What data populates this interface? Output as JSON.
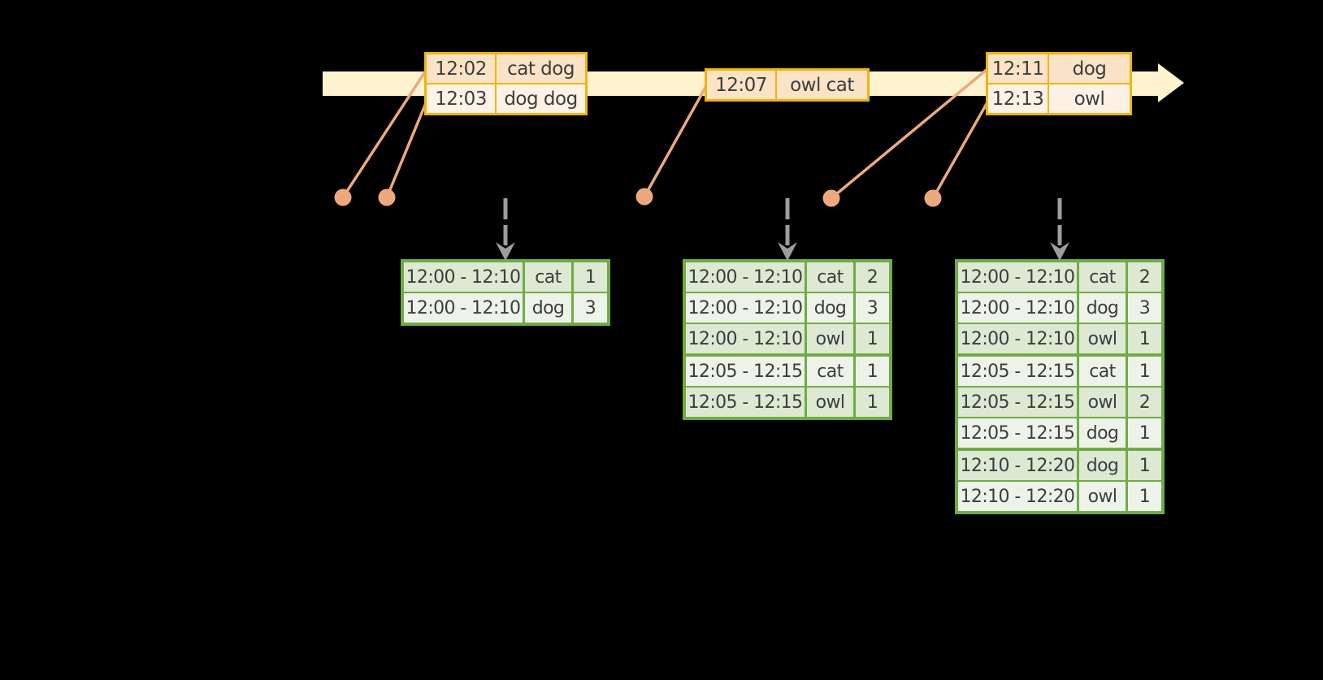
{
  "colors": {
    "background": "#000000",
    "timeline_band": "#fdf3cf",
    "event_border": "#f0b410",
    "event_row_dark": "#fbe3c7",
    "event_row_light": "#fdf2e5",
    "connector": "#eca97d",
    "result_border": "#71ab47",
    "result_row_dark": "#dde9d3",
    "result_row_light": "#eef3ea",
    "trigger_arrow": "#9d9d9d",
    "text": "#3d3d3d"
  },
  "icons": {
    "timeline": "right-block-arrow",
    "event_marker": "dot",
    "trigger": "dashed-down-arrow"
  },
  "input_stream": {
    "event_tables": [
      {
        "rows": [
          {
            "time": "12:02",
            "words": "cat dog"
          },
          {
            "time": "12:03",
            "words": "dog dog"
          }
        ]
      },
      {
        "rows": [
          {
            "time": "12:07",
            "words": "owl cat"
          }
        ]
      },
      {
        "rows": [
          {
            "time": "12:11",
            "words": "dog"
          },
          {
            "time": "12:13",
            "words": "owl"
          }
        ]
      }
    ]
  },
  "result_tables": [
    {
      "rows": [
        [
          "12:00 - 12:10",
          "cat",
          "1"
        ],
        [
          "12:00 - 12:10",
          "dog",
          "3"
        ]
      ]
    },
    {
      "rows": [
        [
          "12:00 - 12:10",
          "cat",
          "2"
        ],
        [
          "12:00 - 12:10",
          "dog",
          "3"
        ],
        [
          "12:00 - 12:10",
          "owl",
          "1"
        ],
        [
          "12:05 - 12:15",
          "cat",
          "1"
        ],
        [
          "12:05 - 12:15",
          "owl",
          "1"
        ]
      ]
    },
    {
      "rows": [
        [
          "12:00 - 12:10",
          "cat",
          "2"
        ],
        [
          "12:00 - 12:10",
          "dog",
          "3"
        ],
        [
          "12:00 - 12:10",
          "owl",
          "1"
        ],
        [
          "12:05 - 12:15",
          "cat",
          "1"
        ],
        [
          "12:05 - 12:15",
          "owl",
          "2"
        ],
        [
          "12:05 - 12:15",
          "dog",
          "1"
        ],
        [
          "12:10 - 12:20",
          "dog",
          "1"
        ],
        [
          "12:10 - 12:20",
          "owl",
          "1"
        ]
      ]
    }
  ]
}
